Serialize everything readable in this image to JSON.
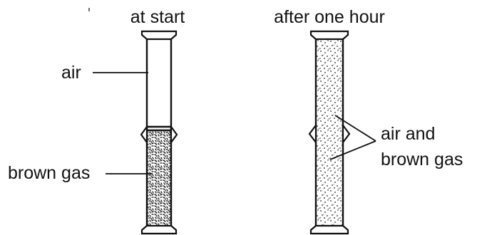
{
  "titles": {
    "left": "at start",
    "right": "after one hour"
  },
  "labels": {
    "air": "air",
    "brown_gas": "brown gas",
    "mixed_line1": "air and",
    "mixed_line2": "brown gas"
  },
  "colors": {
    "ink": "#111111",
    "background": "#ffffff"
  }
}
